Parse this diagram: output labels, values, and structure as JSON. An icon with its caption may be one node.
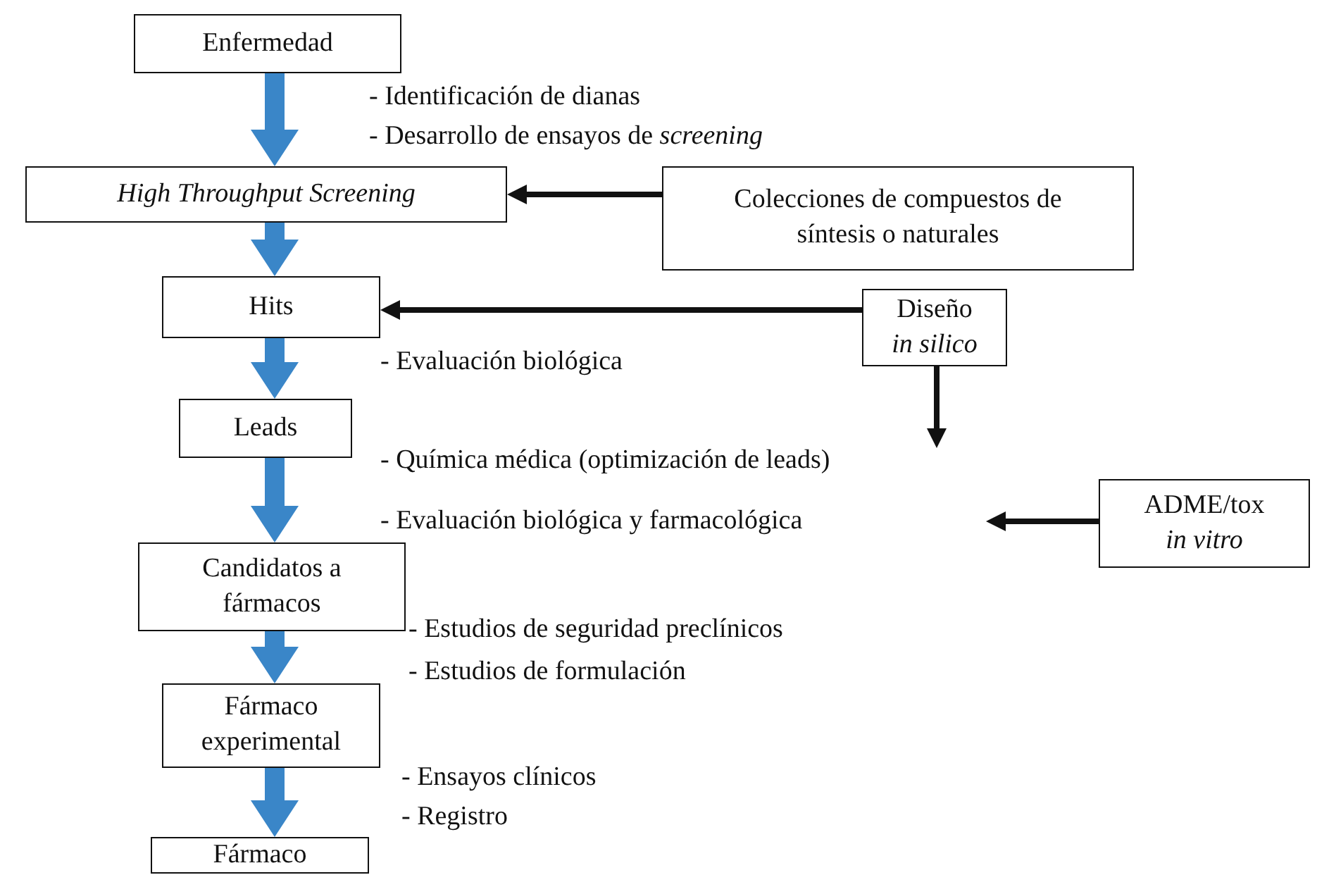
{
  "diagram": {
    "nodes": [
      {
        "text": [
          "Enfermedad"
        ]
      },
      {
        "text": [
          "High Throughput Screening"
        ]
      },
      {
        "text": [
          "Colecciones de compuestos de síntesis o naturales"
        ]
      },
      {
        "text": [
          "Hits"
        ]
      },
      {
        "text": [
          "Diseño",
          "in silico"
        ]
      },
      {
        "text": [
          "Leads"
        ]
      },
      {
        "text": [
          "ADME/tox",
          "in vitro"
        ]
      },
      {
        "text": [
          "Candidatos a fármacos"
        ]
      },
      {
        "text": [
          "Fármaco experimental"
        ]
      },
      {
        "text": [
          "Fármaco"
        ]
      }
    ],
    "edges": [
      {
        "from": 0,
        "to": 1,
        "arrow": "to"
      },
      {
        "from": 2,
        "to": 1,
        "arrow": "to",
        "color": "#111111"
      },
      {
        "from": 1,
        "to": 3,
        "arrow": "to"
      },
      {
        "from": 4,
        "to": 3,
        "arrow": "to",
        "color": "#111111"
      },
      {
        "from": 4,
        "to": null,
        "arrow": "to",
        "color": "#111111"
      },
      {
        "from": 3,
        "to": 5,
        "arrow": "to"
      },
      {
        "from": 5,
        "to": 7,
        "arrow": "to"
      },
      {
        "from": 6,
        "to": null,
        "arrow": "to",
        "color": "#111111"
      },
      {
        "from": 7,
        "to": 8,
        "arrow": "to"
      },
      {
        "from": 8,
        "to": 9,
        "arrow": "to"
      }
    ],
    "labels": [
      "- Identificación de dianas",
      "- Desarrollo de ensayos de *screening*",
      "- Evaluación biológica",
      "- Química médica (optimización de leads)",
      "- Evaluación biológica y farmacológica",
      "- Estudios de seguridad preclínicos",
      "- Estudios de formulación",
      "- Ensayos clínicos",
      "- Registro"
    ]
  }
}
